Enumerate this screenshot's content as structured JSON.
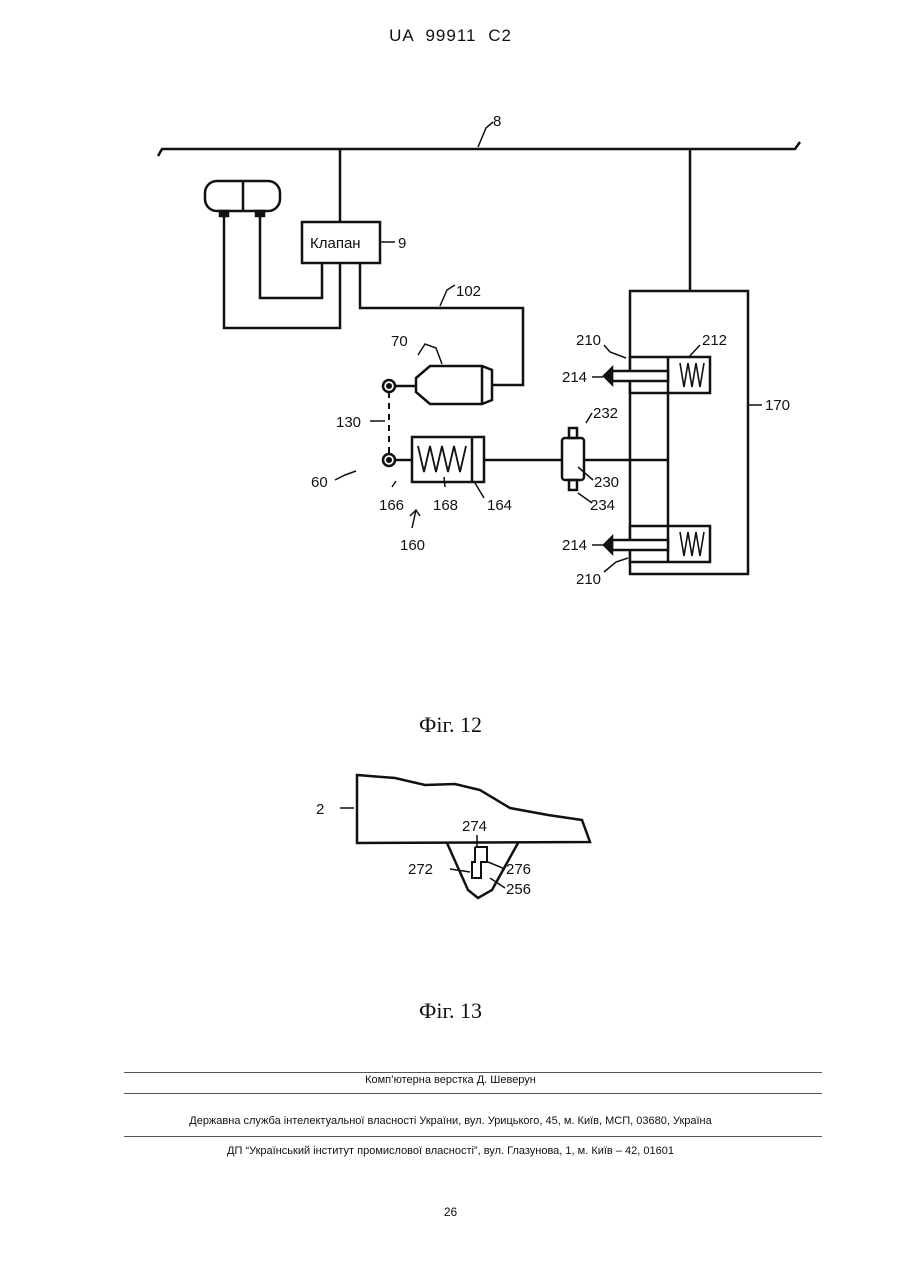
{
  "header": {
    "doc_number": "UA   99911   C2"
  },
  "figure12": {
    "caption": "Фіг. 12",
    "valve_label": "Клапан",
    "labels": {
      "line": "8",
      "valve": "9",
      "pipe": "102",
      "chamber": "70",
      "link": "130",
      "assembly": "60",
      "pivot": "166",
      "spring": "168",
      "housing": "164",
      "unit": "160",
      "block": "232",
      "block_body": "230",
      "block_pin": "234",
      "upper_cyl": "210",
      "upper_spring": "212",
      "upper_piston": "214",
      "frame": "170",
      "lower_piston": "214",
      "lower_cyl": "210"
    }
  },
  "figure13": {
    "caption": "Фіг. 13",
    "labels": {
      "body": "2",
      "top": "274",
      "left": "272",
      "right": "276",
      "bottom": "256"
    }
  },
  "footer": {
    "credit": "Комп’ютерна верстка Д. Шеверун",
    "office": "Державна служба інтелектуальної власності України, вул. Урицького, 45, м. Київ, МСП, 03680, Україна",
    "institute": "ДП “Український інститут промислової власності”, вул. Глазунова, 1, м. Київ – 42, 01601",
    "page_number": "26"
  }
}
